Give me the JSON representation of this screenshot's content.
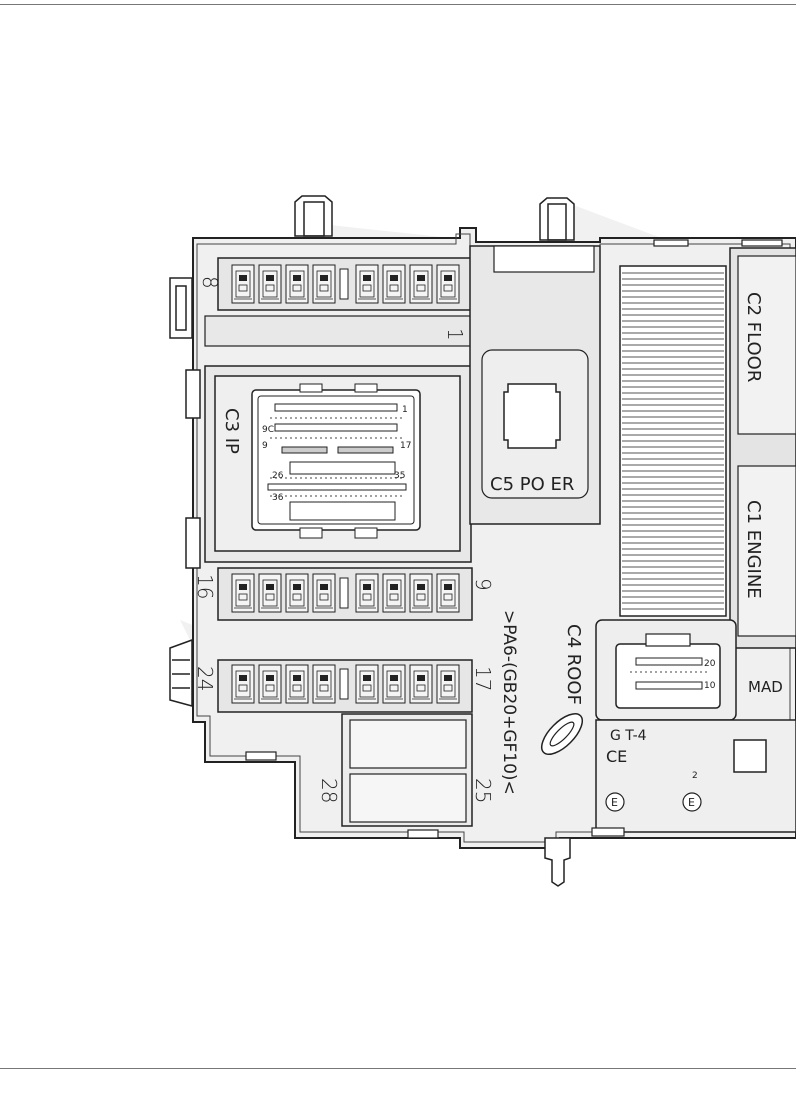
{
  "fuse_numbers": {
    "n1": "1",
    "n8": "8",
    "n9": "9",
    "n16": "16",
    "n17": "17",
    "n24": "24",
    "n25": "25",
    "n28": "28"
  },
  "connectors": {
    "c3": "C3  IP",
    "c5": "C5  PO  ER",
    "c4": "C4  ROOF",
    "c2": "C2  FLOOR",
    "c1": "C1  ENGINE"
  },
  "material_marking": ">PA6-(GB20+GF10)<",
  "maker_text": "MAD",
  "label_plate": {
    "code": "G T-4",
    "ce": "CE",
    "digit": "2",
    "e1": "E",
    "e2": "E"
  },
  "c3_pins": {
    "a": "1",
    "b": "9C",
    "c": "9",
    "d": "17",
    "e": "26",
    "f": "35",
    "g": "36"
  },
  "c4_pins": {
    "a": "20",
    "b": "10"
  }
}
